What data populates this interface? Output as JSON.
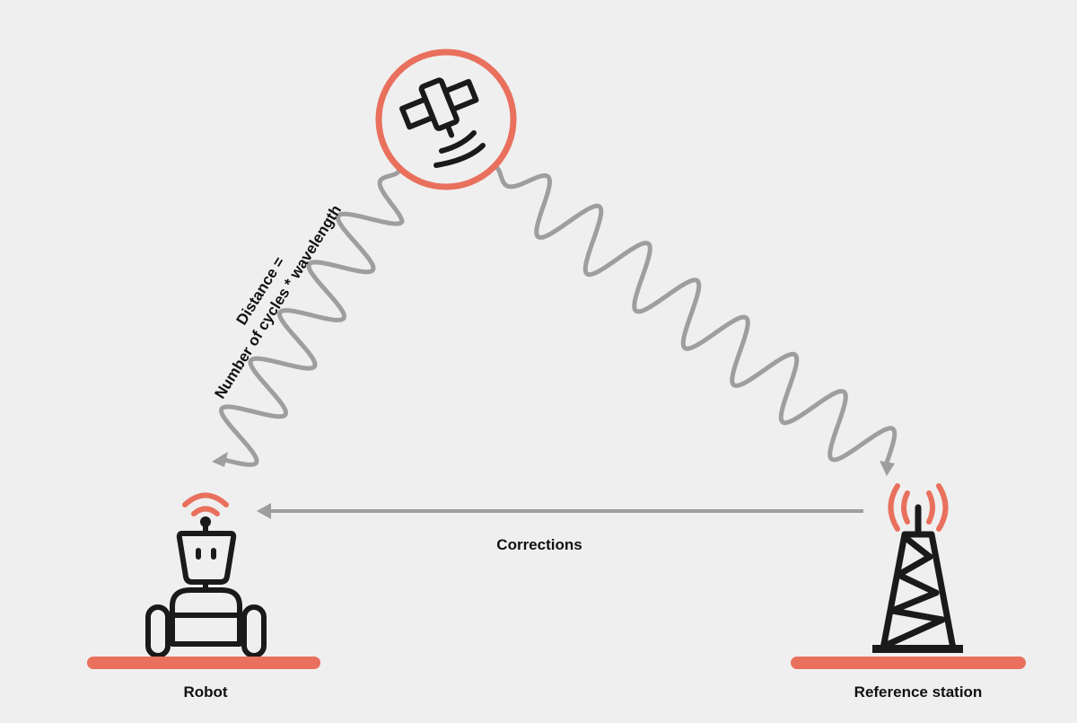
{
  "diagram": {
    "formula_line1": "Distance =",
    "formula_line2": "Number of cycles * wavelength",
    "corrections_label": "Corrections",
    "robot_label": "Robot",
    "station_label": "Reference station"
  },
  "icons": [
    "satellite-icon",
    "robot-icon",
    "radio-tower-icon",
    "wifi-signal-icon"
  ],
  "colors": {
    "accent": "#e8705d",
    "wave": "#9e9e9e",
    "ink": "#1a1a1a",
    "background": "#efefef"
  }
}
